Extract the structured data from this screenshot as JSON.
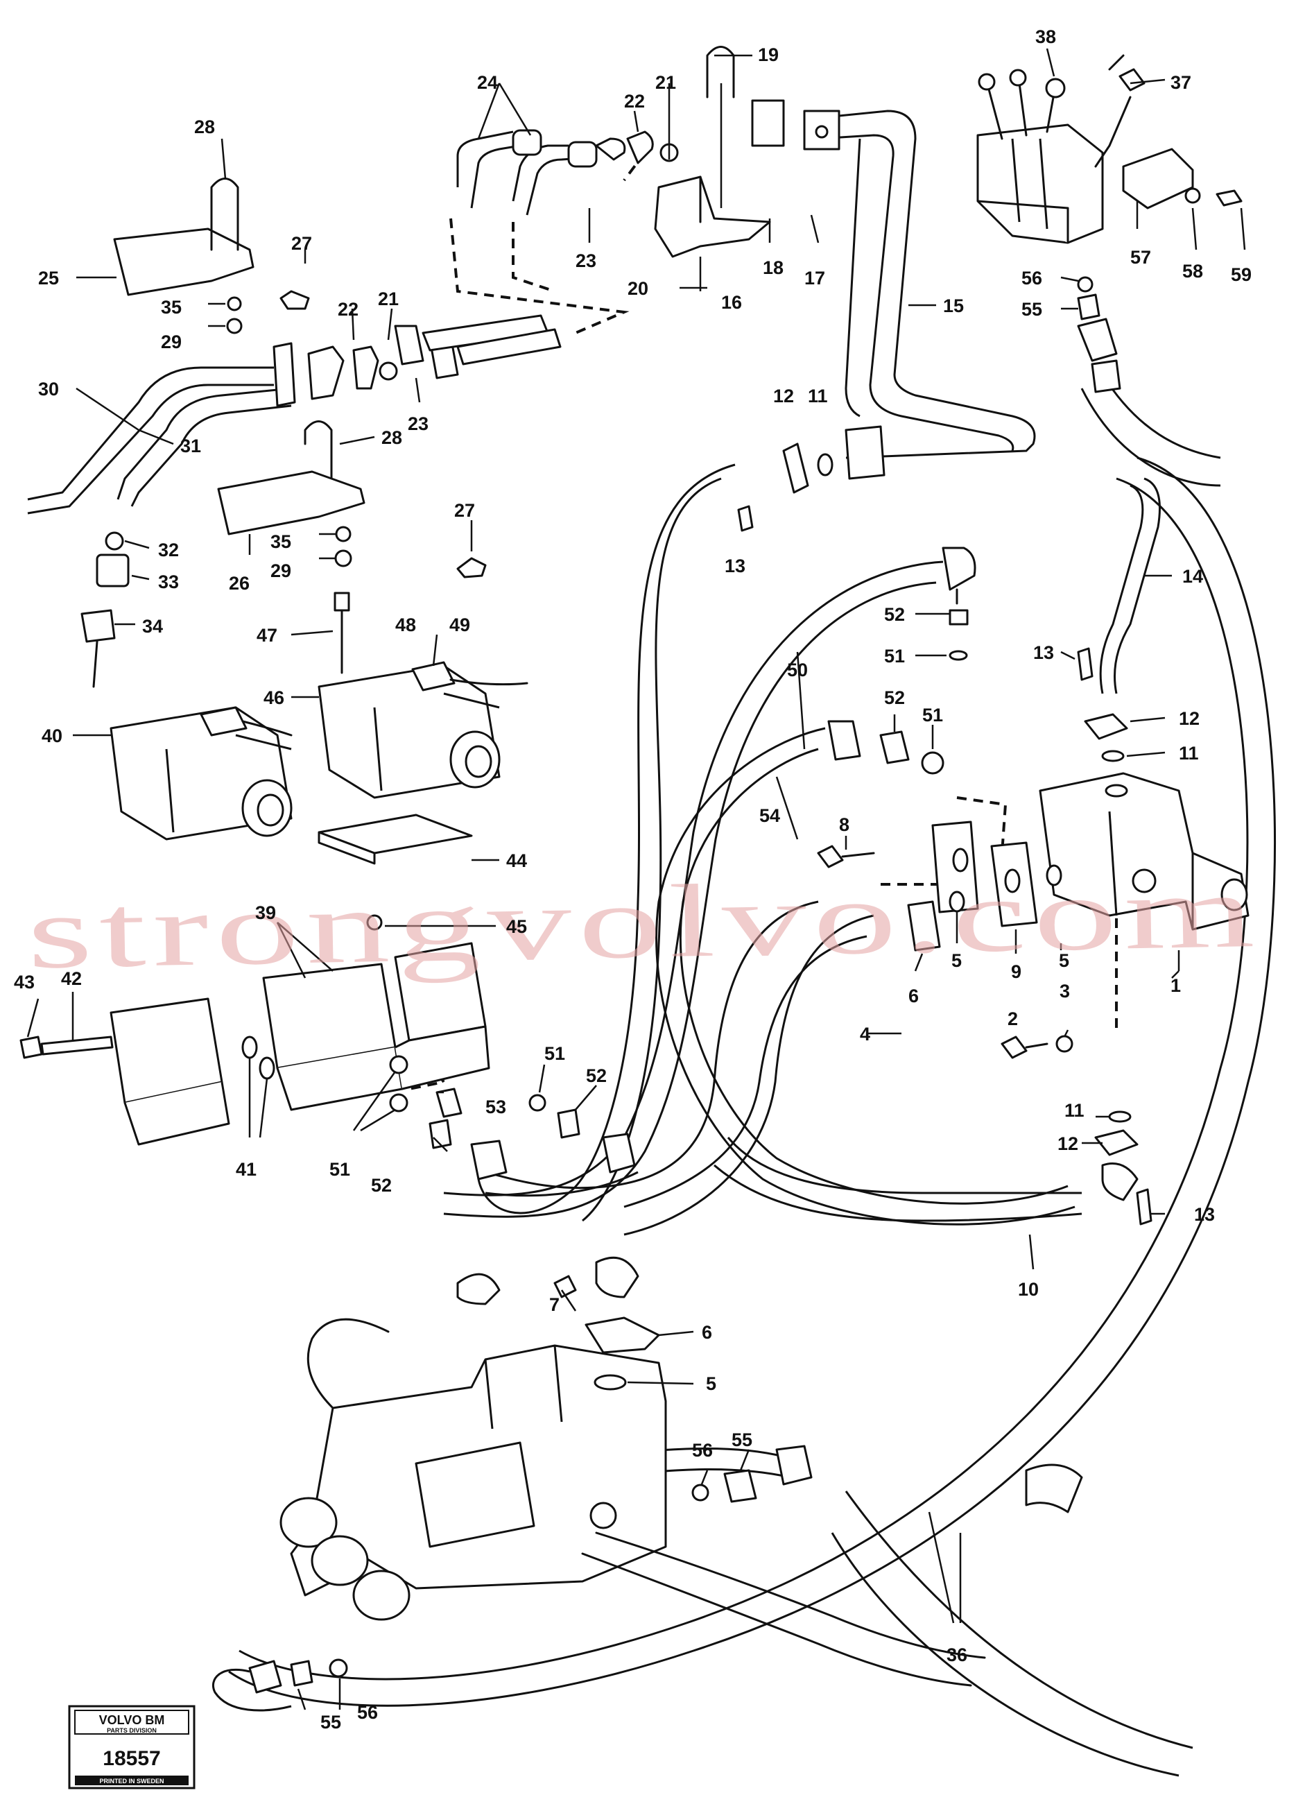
{
  "labels": {
    "l1": "1",
    "l2": "2",
    "l3": "3",
    "l4": "4",
    "l5": "5",
    "l5b": "5",
    "l5c": "5",
    "l6": "6",
    "l6b": "6",
    "l7": "7",
    "l8": "8",
    "l9": "9",
    "l10": "10",
    "l11": "11",
    "l11b": "11",
    "l11c": "11",
    "l12": "12",
    "l12b": "12",
    "l12c": "12",
    "l13": "13",
    "l13b": "13",
    "l13c": "13",
    "l14": "14",
    "l15": "15",
    "l16": "16",
    "l17": "17",
    "l18": "18",
    "l19": "19",
    "l20": "20",
    "l21": "21",
    "l21b": "21",
    "l22": "22",
    "l22b": "22",
    "l23": "23",
    "l23b": "23",
    "l24": "24",
    "l25": "25",
    "l26": "26",
    "l27": "27",
    "l27b": "27",
    "l28": "28",
    "l28b": "28",
    "l29": "29",
    "l29b": "29",
    "l30": "30",
    "l31": "31",
    "l32": "32",
    "l33": "33",
    "l34": "34",
    "l35": "35",
    "l35b": "35",
    "l36": "36",
    "l37": "37",
    "l38": "38",
    "l39": "39",
    "l40": "40",
    "l41": "41",
    "l42": "42",
    "l43": "43",
    "l44": "44",
    "l45": "45",
    "l46": "46",
    "l47": "47",
    "l48": "48",
    "l49": "49",
    "l50": "50",
    "l51": "51",
    "l51b": "51",
    "l51c": "51",
    "l51d": "51",
    "l52": "52",
    "l52b": "52",
    "l52c": "52",
    "l52d": "52",
    "l53": "53",
    "l54": "54",
    "l55": "55",
    "l55b": "55",
    "l55c": "55",
    "l56": "56",
    "l56b": "56",
    "l56c": "56",
    "l57": "57",
    "l58": "58",
    "l59": "59"
  },
  "watermark": "strongvolvo.com",
  "stamp": {
    "brand": "VOLVO BM",
    "division": "PARTS DIVISION",
    "number": "18557",
    "printed": "PRINTED IN SWEDEN"
  }
}
